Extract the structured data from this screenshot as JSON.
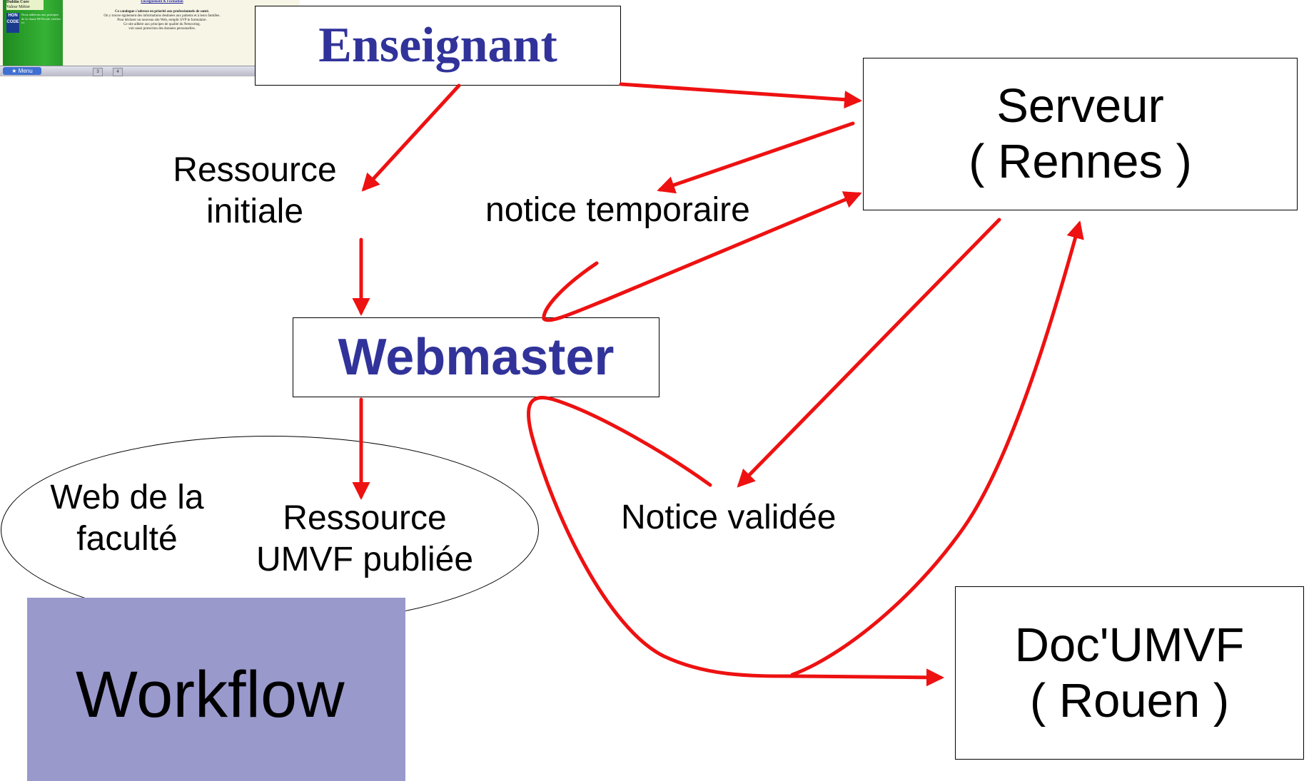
{
  "thumbnail": {
    "dublin_core": "Dublin Core",
    "dublin_core_sub": "Valeur Métier",
    "hon_badge": "HON CODE",
    "side_note": "Nous adhérons aux principes de la charte HONcode",
    "side_note_link": "vérifiez ici",
    "heading": "Enseignement & Formation",
    "lines": [
      "Ce catalogue s'adresse en priorité aux professionnels de santé.",
      "On y trouve également des informations destinées aux patients et à leurs familles.",
      "Pour déclarer un nouveau site Web, remplir SVP le formulaire.",
      "Ce site adhère aux principes de qualité du Netscoring.",
      "voir aussi protection des données personnelles."
    ],
    "taskbar": {
      "menu_label": "Menu",
      "items": [
        "3",
        "4"
      ]
    }
  },
  "nodes": {
    "enseignant": "Enseignant",
    "serveur": [
      "Serveur",
      "( Rennes )"
    ],
    "webmaster": "Webmaster",
    "doc_umvf": [
      "Doc'UMVF",
      "( Rouen )"
    ]
  },
  "labels": {
    "ressource_initiale": [
      "Ressource",
      "initiale"
    ],
    "notice_temporaire": "notice temporaire",
    "notice_validee": "Notice validée",
    "web_faculte": [
      "Web de la",
      "faculté"
    ],
    "ressource_publiee": [
      "Ressource",
      "UMVF publiée"
    ]
  },
  "title": "Workflow",
  "colors": {
    "arrow": "#ee1111",
    "node_title": "#31339a",
    "workflow_block": "#9999cc"
  }
}
